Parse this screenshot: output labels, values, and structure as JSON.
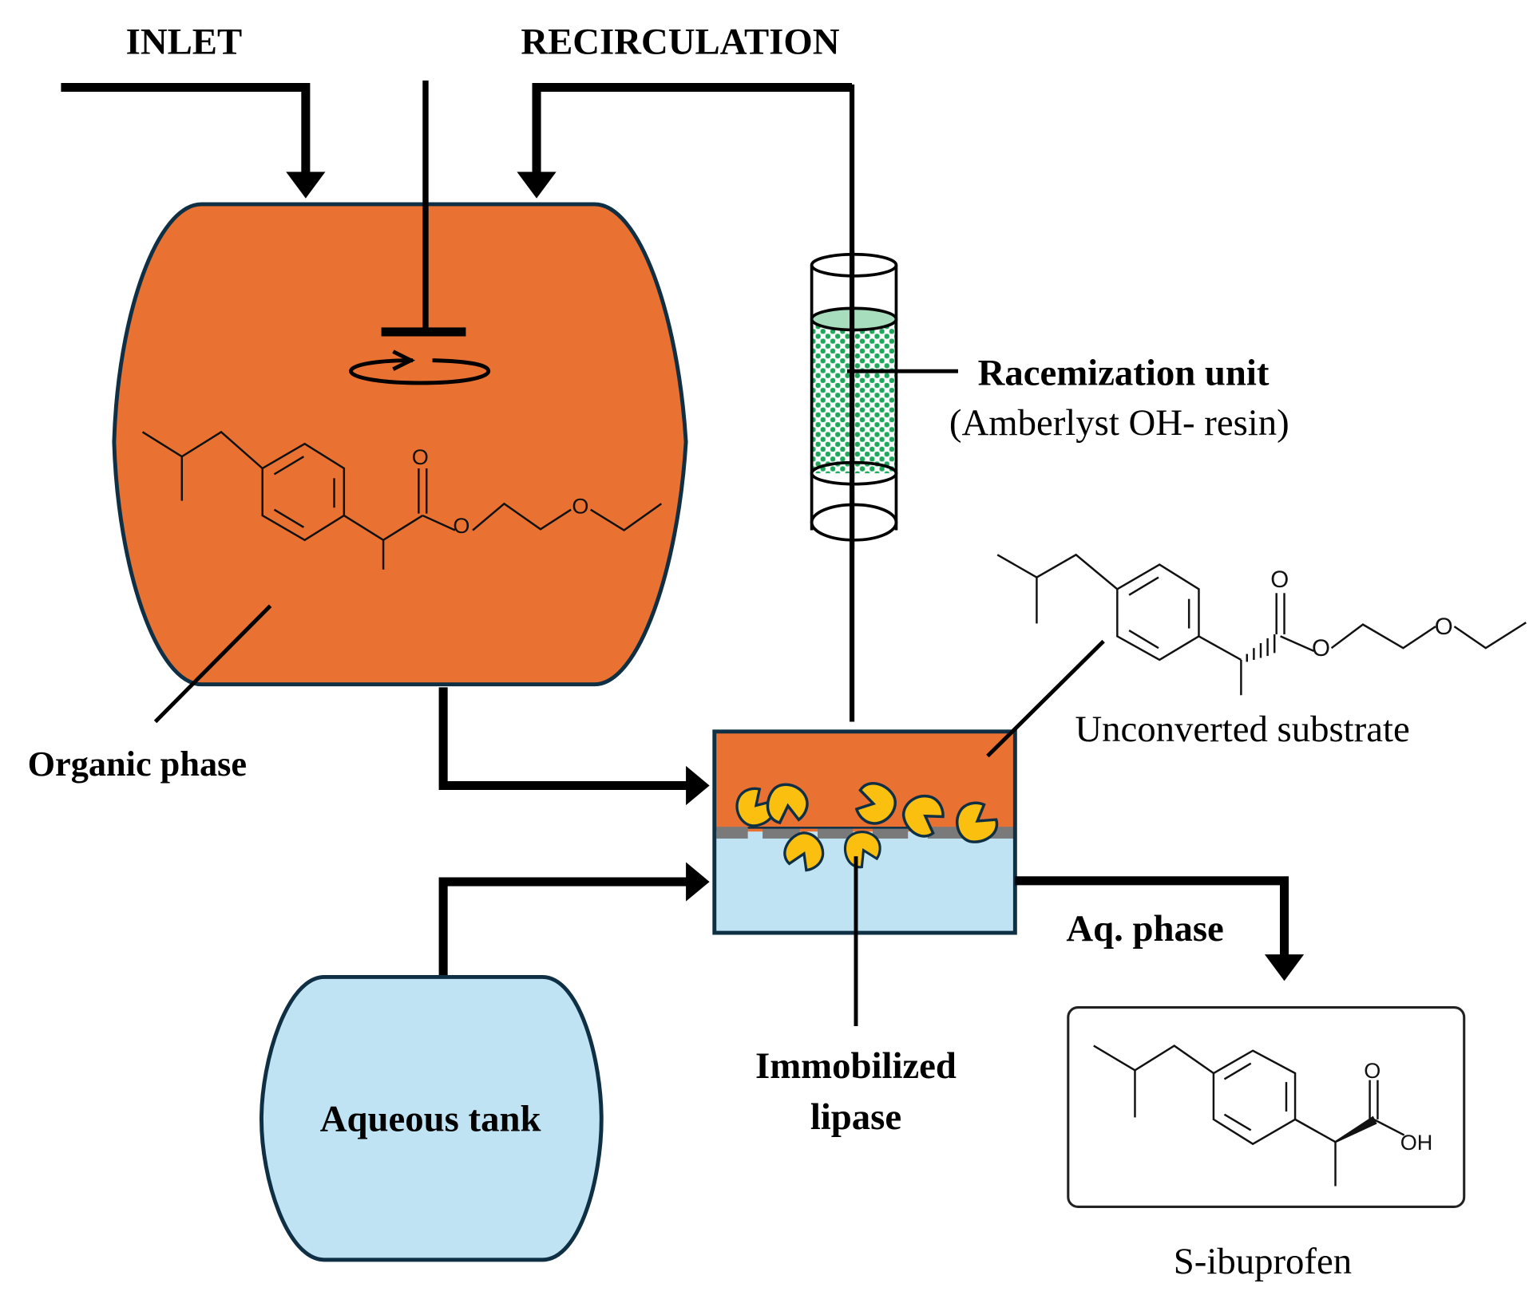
{
  "title_labels": {
    "inlet": "INLET",
    "recirculation": "RECIRCULATION"
  },
  "labels": {
    "organic_phase": "Organic phase",
    "racemization_unit": "Racemization unit",
    "racemization_resin": "(Amberlyst OH- resin)",
    "unconverted_substrate": "Unconverted substrate",
    "aq_phase": "Aq. phase",
    "aqueous_tank": "Aqueous tank",
    "immobilized_lipase_line1": "Immobilized",
    "immobilized_lipase_line2": "lipase",
    "product": "S-ibuprofen"
  },
  "molecule_atoms": {
    "carbonyl_o": "O",
    "ester_o": "O",
    "ether_o": "O",
    "hydroxyl": "OH"
  },
  "colors": {
    "organic": "#e97132",
    "aqueous": "#c0e3f4",
    "outline": "#0f3044",
    "enzyme": "#fbbf0f",
    "membrane": "#7a7a7a",
    "resin": "#1fa85c"
  }
}
